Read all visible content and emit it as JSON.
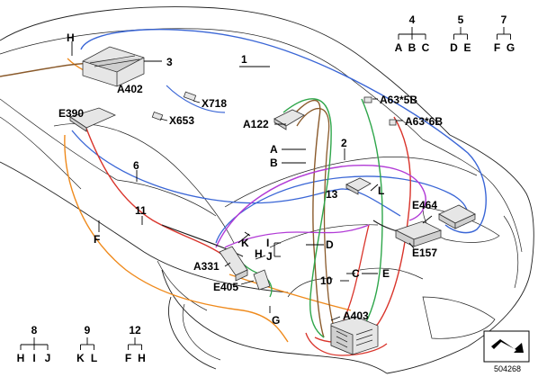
{
  "labels": {
    "l1": "1",
    "l2": "2",
    "l3": "3",
    "l6": "6",
    "l10": "10",
    "l11": "11",
    "l13": "13",
    "H_top": "H",
    "F_left": "F",
    "K": "K",
    "H_mid": "H",
    "I": "I",
    "J": "J",
    "D": "D",
    "G": "G",
    "L": "L",
    "C": "C",
    "E": "E",
    "A": "A",
    "B": "B",
    "A402": "A402",
    "X718": "X718",
    "X653": "X653",
    "E390": "E390",
    "A122": "A122",
    "A63_5B": "A63*5B",
    "A63_6B": "A63*6B",
    "E464": "E464",
    "E157": "E157",
    "A331": "A331",
    "E405": "E405",
    "A403": "A403"
  },
  "groups": [
    {
      "number": "4",
      "children": [
        "A",
        "B",
        "C"
      ]
    },
    {
      "number": "5",
      "children": [
        "D",
        "E"
      ]
    },
    {
      "number": "7",
      "children": [
        "F",
        "G"
      ]
    },
    {
      "number": "8",
      "children": [
        "H",
        "I",
        "J"
      ]
    },
    {
      "number": "9",
      "children": [
        "K",
        "L"
      ]
    },
    {
      "number": "12",
      "children": [
        "F",
        "H"
      ]
    }
  ],
  "diagram_id": "504268",
  "wire_colors": {
    "blue": "#3a66d6",
    "red": "#d9342b",
    "orange": "#ef8a1c",
    "purple": "#b13ad6",
    "green": "#2ea64a",
    "brown": "#8a5a2b",
    "black": "#1a1a1a"
  }
}
